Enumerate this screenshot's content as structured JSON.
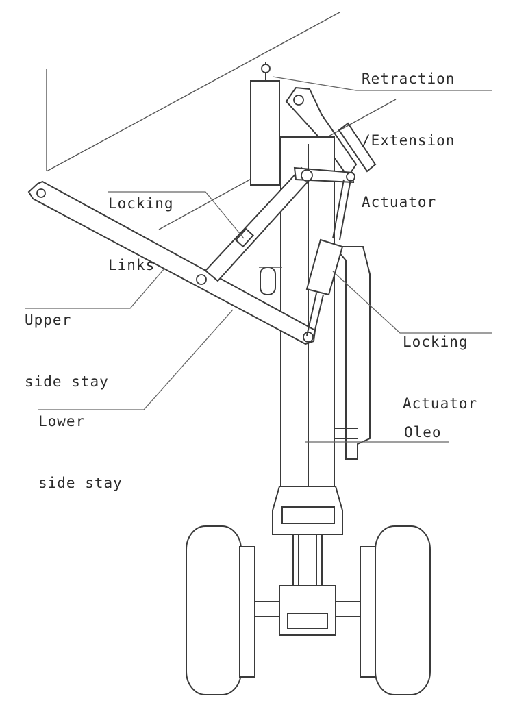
{
  "diagram": {
    "labels": {
      "retraction_actuator": [
        "Retraction",
        "/Extension",
        "Actuator"
      ],
      "locking_links": [
        "Locking",
        "Links"
      ],
      "upper_side_stay": [
        "Upper",
        "side stay"
      ],
      "lower_side_stay": [
        "Lower",
        "side stay"
      ],
      "locking_actuator": [
        "Locking",
        "Actuator"
      ],
      "oleo": "Oleo"
    }
  }
}
